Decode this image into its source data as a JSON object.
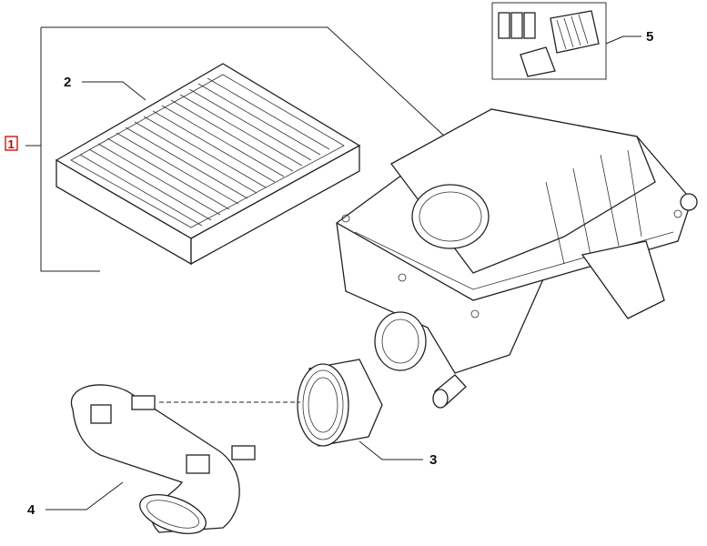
{
  "diagram": {
    "callouts": [
      {
        "id": "1",
        "highlighted": true
      },
      {
        "id": "2"
      },
      {
        "id": "3"
      },
      {
        "id": "4"
      },
      {
        "id": "5"
      }
    ],
    "highlight_color": "#cc0000"
  }
}
